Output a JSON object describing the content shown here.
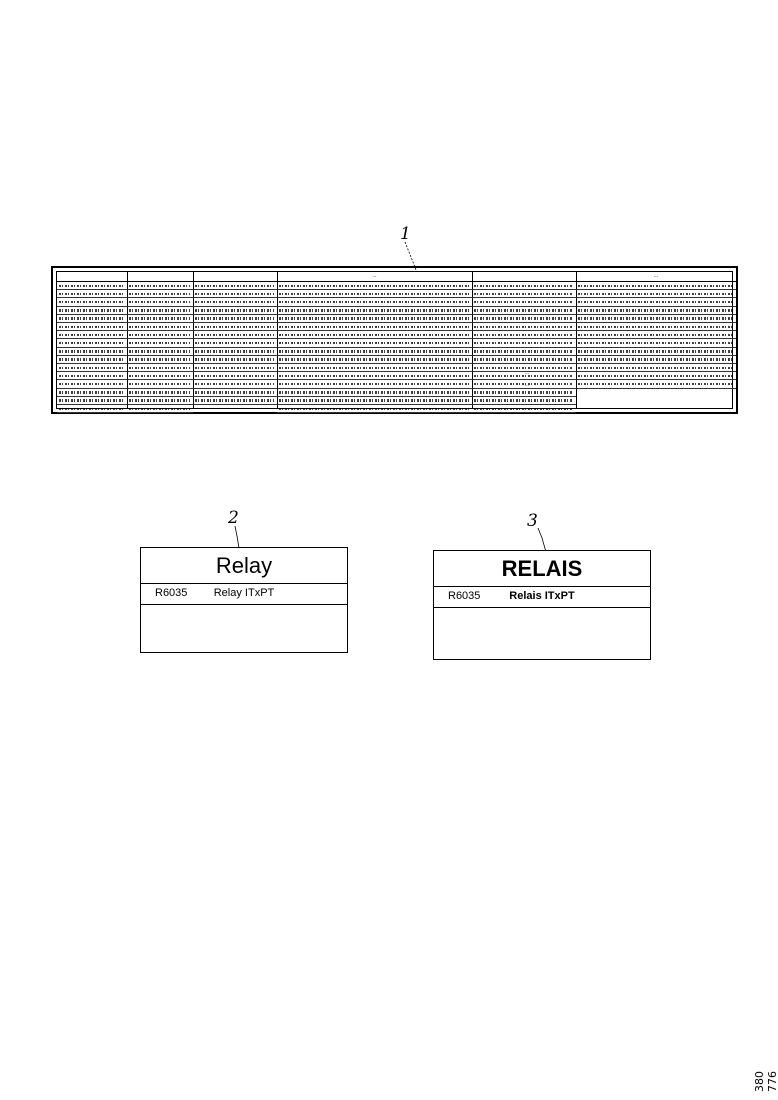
{
  "callouts": [
    "1",
    "2",
    "3"
  ],
  "panel1": {
    "left_header": "",
    "center_header": "...",
    "right_header": "...",
    "note_lines": [
      "...",
      "...",
      "..."
    ]
  },
  "label_relay": {
    "title": "Relay",
    "code": "R6035",
    "description": "Relay ITxPT"
  },
  "label_relais": {
    "title": "RELAIS",
    "code": "R6035",
    "description": "Relais ITxPT"
  },
  "document_id": "380 776"
}
